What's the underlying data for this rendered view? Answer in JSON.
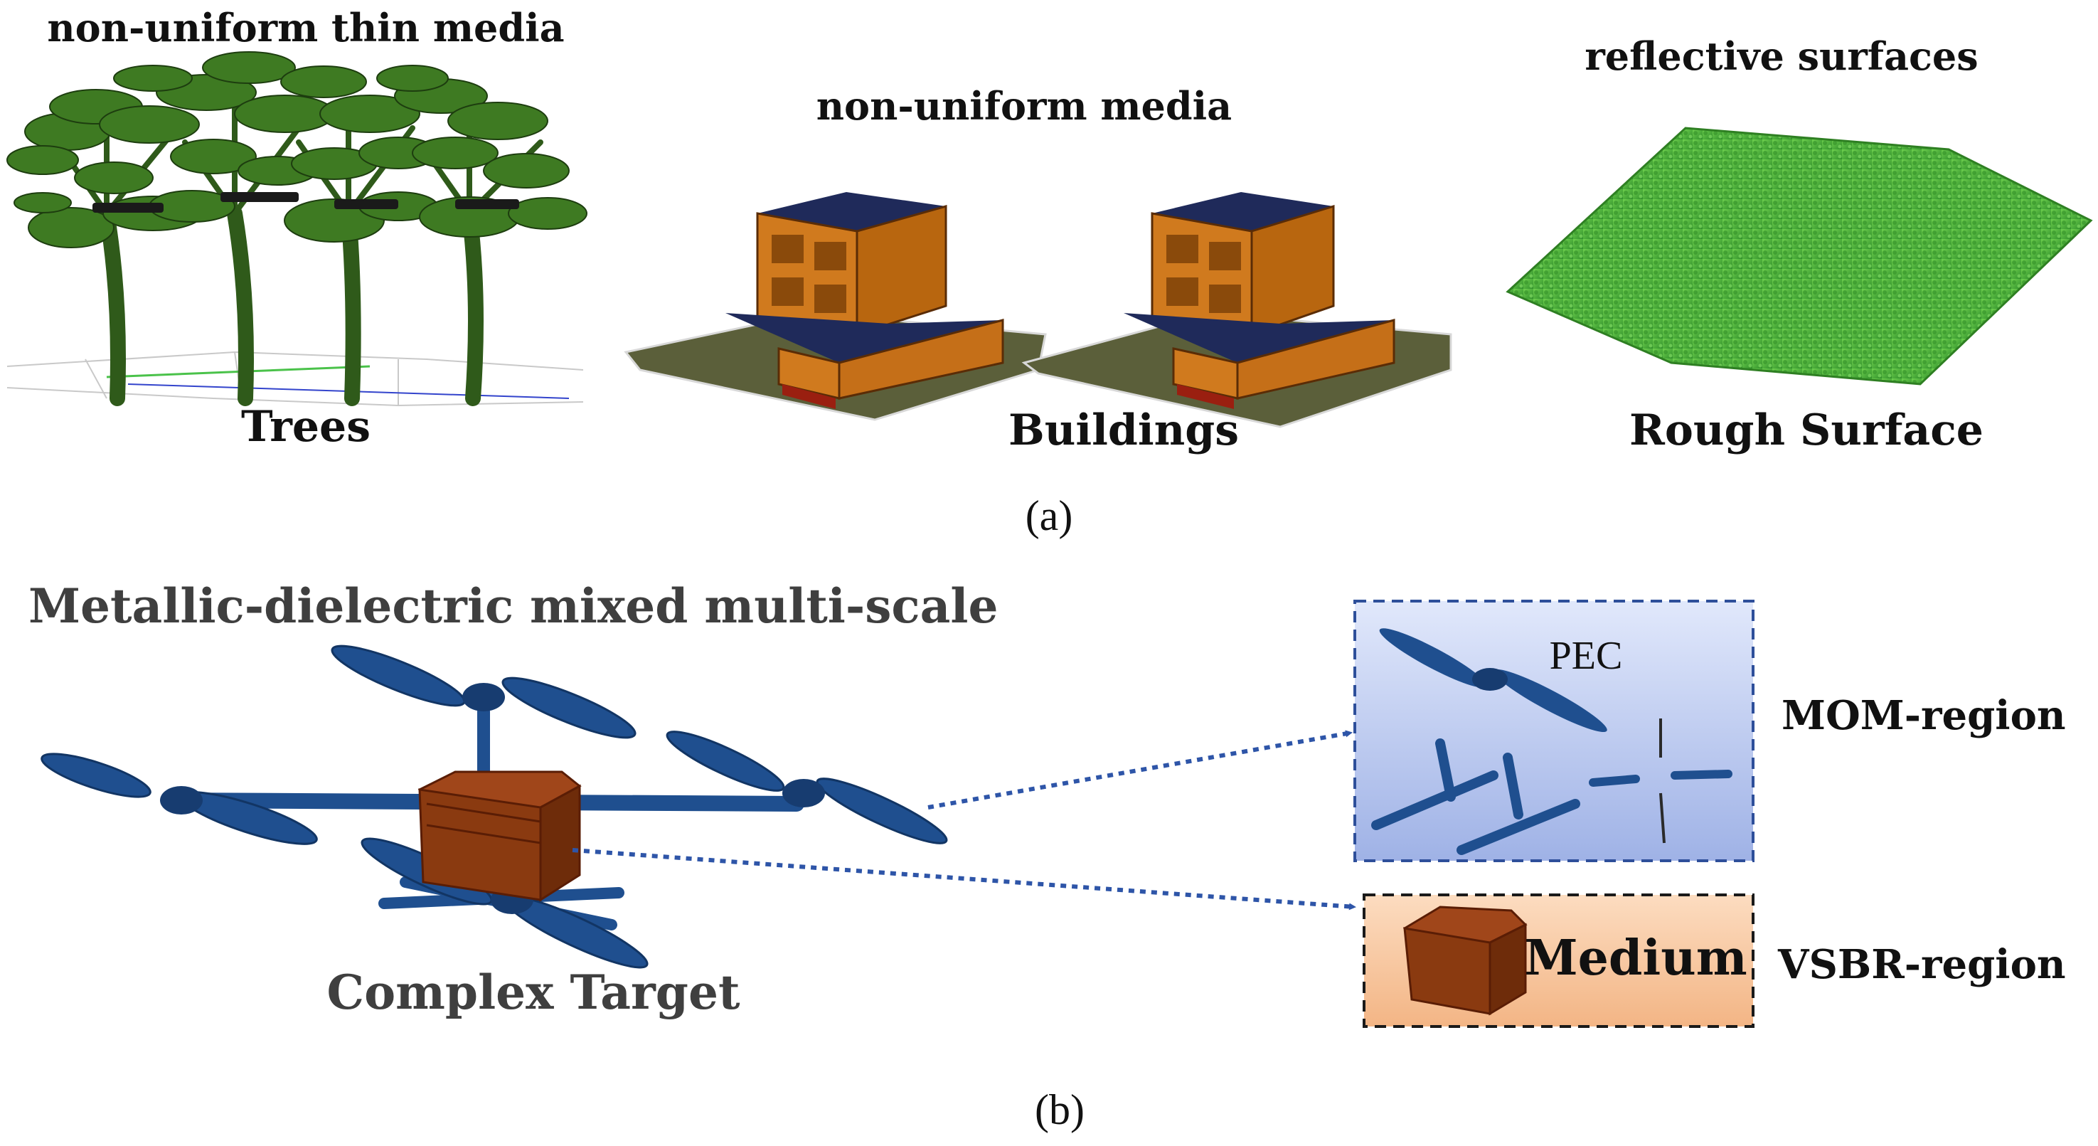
{
  "panel_a": {
    "trees": {
      "caption_top": "non-uniform thin media",
      "caption_bottom": "Trees"
    },
    "buildings": {
      "caption_top": "non-uniform media",
      "caption_bottom": "Buildings"
    },
    "surface": {
      "caption_top": "reflective surfaces",
      "caption_bottom": "Rough Surface"
    },
    "label": "(a)"
  },
  "panel_b": {
    "title": "Metallic-dielectric mixed multi-scale",
    "target_label": "Complex Target",
    "pec_label": "PEC",
    "mom_label": "MOM-region",
    "medium_label": "Medium",
    "vsbr_label": "VSBR-region",
    "label": "(b)"
  },
  "colors": {
    "foliage": "#3e7a22",
    "trunk": "#2f5a1a",
    "building_wall": "#d07a1e",
    "building_roof": "#1f2a5a",
    "ground": "#5b5f3a",
    "rough_surface": "#4bb83a",
    "drone_blue": "#1f4f8f",
    "box_brown": "#8a3a10",
    "mom_box_fill": "#c7d2f0",
    "vsbr_box_fill": "#f6c49b",
    "arrow": "#2e55a8"
  }
}
